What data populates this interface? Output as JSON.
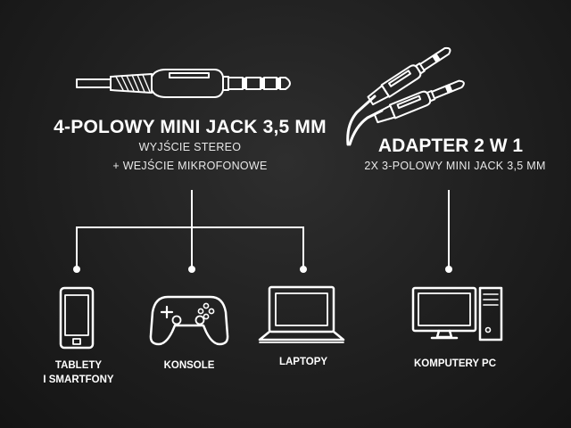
{
  "left_connector": {
    "title": "4-POLOWY MINI JACK 3,5 MM",
    "line1": "WYJŚCIE STEREO",
    "line2": "+ WEJŚCIE MIKROFONOWE"
  },
  "right_connector": {
    "title": "ADAPTER 2 W 1",
    "subtitle": "2X 3-POLOWY MINI JACK 3,5 MM"
  },
  "devices": [
    {
      "label_line1": "TABLETY",
      "label_line2": "I SMARTFONY",
      "icon": "smartphone-icon"
    },
    {
      "label_line1": "KONSOLE",
      "icon": "gamepad-icon"
    },
    {
      "label_line1": "LAPTOPY",
      "icon": "laptop-icon"
    },
    {
      "label_line1": "KOMPUTERY PC",
      "icon": "desktop-pc-icon"
    }
  ],
  "colors": {
    "background": "#1f1f1f",
    "foreground": "#ffffff"
  }
}
